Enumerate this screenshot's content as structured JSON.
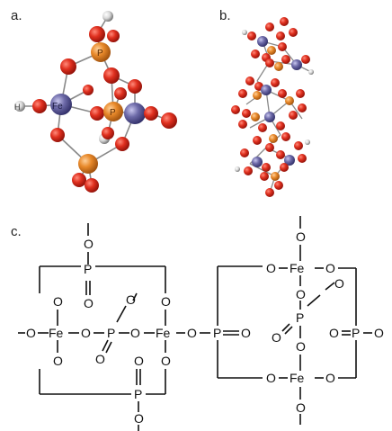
{
  "panels": {
    "a": "a.",
    "b": "b.",
    "c": "c."
  },
  "model_a_labels": {
    "fe1": "Fe",
    "p_top": "P",
    "p_center": "P",
    "h_left": "H"
  },
  "schematic": {
    "oxygen": "O",
    "iron": "Fe",
    "phosphorus": "P"
  },
  "colors": {
    "oxygen": "#dd2a1e",
    "phosphorus": "#e2852a",
    "iron": "#6d6aa8",
    "hydrogen": "#d8d8d8",
    "bond": "#8a8a8a"
  }
}
